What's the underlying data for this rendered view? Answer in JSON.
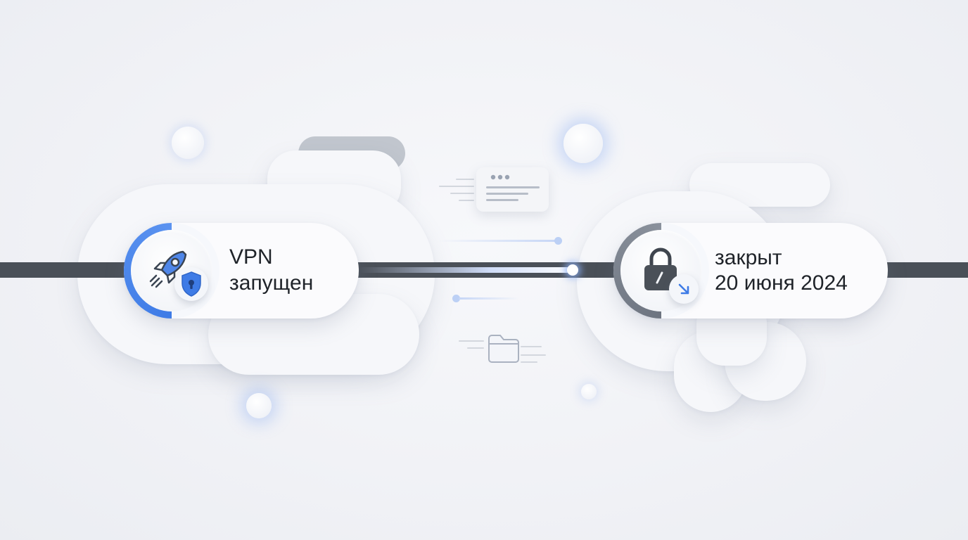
{
  "colors": {
    "accent": "#3e7be6",
    "track": "#4a5058",
    "ring_right": "#6d7480",
    "text": "#1f2329"
  },
  "start_event": {
    "line1": "VPN",
    "line2": "запущен",
    "icon": "rocket-icon",
    "badge_icon": "shield-lock-icon"
  },
  "end_event": {
    "line1": "закрыт",
    "line2": "20 июня 2024",
    "icon": "lock-icon",
    "badge_icon": "arrow-down-right-icon"
  },
  "transfer_icons": [
    "browser-window-icon",
    "folder-icon"
  ]
}
